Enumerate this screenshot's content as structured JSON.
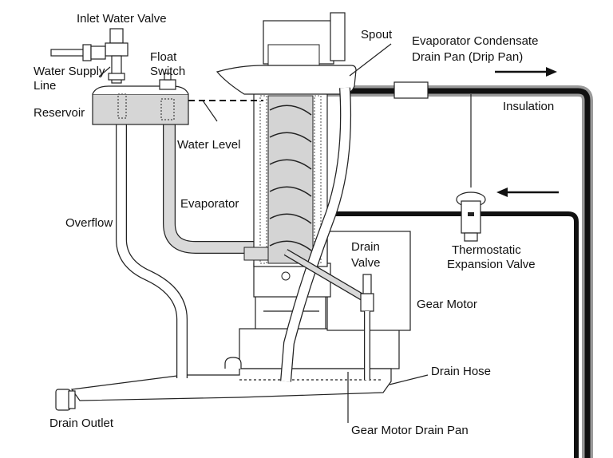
{
  "labels": {
    "inlet_water_valve": "Inlet Water Valve",
    "water_supply_line": [
      "Water Supply",
      "Line"
    ],
    "float_switch": [
      "Float",
      "Switch"
    ],
    "spout": "Spout",
    "evaporator_condensate": [
      "Evaporator Condensate",
      "Drain Pan (Drip Pan)"
    ],
    "reservoir": "Reservoir",
    "insulation": "Insulation",
    "water_level": "Water Level",
    "evaporator": "Evaporator",
    "overflow": "Overflow",
    "drain_valve": [
      "Drain",
      "Valve"
    ],
    "thermostatic_expansion_valve": [
      "Thermostatic",
      "Expansion Valve"
    ],
    "gear_motor": "Gear Motor",
    "drain_hose": "Drain Hose",
    "drain_outlet": "Drain Outlet",
    "gear_motor_drain_pan": "Gear Motor Drain Pan"
  },
  "colors": {
    "line": "#222222",
    "tube_fill": "#d9d9d9",
    "reservoir_fill": "#d6d6d6",
    "insulation_outer": "#9a9a9a",
    "pipe": "#111111"
  }
}
